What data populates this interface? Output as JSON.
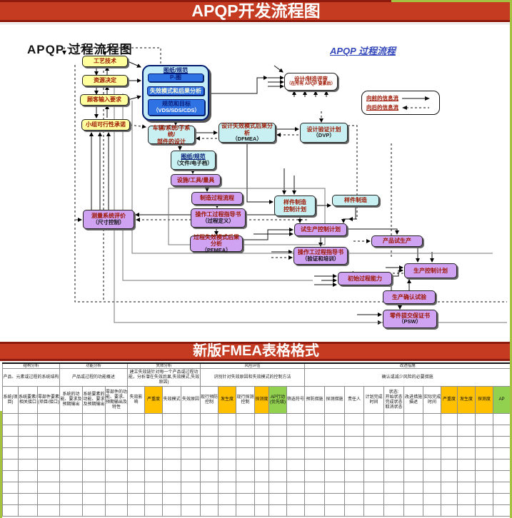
{
  "banners": {
    "top": "APQP开发流程图",
    "bottom": "新版FMEA表格格式"
  },
  "palette": {
    "banner_red": "#c53b22",
    "banner_border": "#8c1a0e",
    "rating_orange": "#FFC000",
    "rating_green": "#92D050",
    "box_yellow": "#ffff9e",
    "box_cyan": "#c8f0f2",
    "box_purple": "#cfa3f2",
    "box_blue": "#2f72e4",
    "edge_green": "#a4c13f"
  },
  "flowchart": {
    "title": "APQP 过程流程图",
    "subtitle": "APQP 过程流程",
    "legend": [
      {
        "label": "向前的信息流",
        "style": "solid"
      },
      {
        "label": "向后的信息流",
        "style": "dashed"
      }
    ],
    "boxes": [
      {
        "id": "craft",
        "label": "工艺技术",
        "sub": "",
        "type": "yellow"
      },
      {
        "id": "resource",
        "label": "资源决定",
        "sub": "",
        "type": "yellow"
      },
      {
        "id": "customer-input",
        "label": "顾客输入要求",
        "sub": "",
        "type": "yellow"
      },
      {
        "id": "team-feasibility",
        "label": "小组可行性承诺",
        "sub": "",
        "type": "yellow"
      },
      {
        "id": "drawings-group",
        "label": "图纸/规范",
        "sub": "",
        "type": "container"
      },
      {
        "id": "p-diagram",
        "label": "P-图",
        "sub": "",
        "type": "blue"
      },
      {
        "id": "fm-ea",
        "label": "失效模式和后果分析",
        "sub": "",
        "type": "blue"
      },
      {
        "id": "spec-targets",
        "label": "规范和目标",
        "sub": "（VDS/SDS/CDS）",
        "type": "blue"
      },
      {
        "id": "vehicle-design",
        "label": "车辆/系统/子系统/\n部件的设计",
        "sub": "",
        "type": "cyan"
      },
      {
        "id": "dfmea",
        "label": "设计失效模式后果分析",
        "sub": "（DFMEA）",
        "type": "cyan"
      },
      {
        "id": "dvp",
        "label": "设计验证计划",
        "sub": "（DVP）",
        "type": "cyan"
      },
      {
        "id": "design-review",
        "label": "设计/制造评审",
        "sub": "（在所有 APQP 要素后）",
        "type": "white"
      },
      {
        "id": "drawings-doc",
        "label": "图纸/规范",
        "sub": "（文件/电子档）",
        "type": "cyan"
      },
      {
        "id": "facilities",
        "label": "设施/工具/量具",
        "sub": "",
        "type": "purple"
      },
      {
        "id": "msa",
        "label": "测量系统评价",
        "sub": "（尺寸控制）",
        "type": "purple"
      },
      {
        "id": "mfg-flow",
        "label": "制造过程流程",
        "sub": "",
        "type": "purple"
      },
      {
        "id": "op-inst-def",
        "label": "操作工过程指导书",
        "sub": "（过程定义）",
        "type": "purple"
      },
      {
        "id": "pfmea",
        "label": "过程失效模式后果分析",
        "sub": "（PFMEA）",
        "type": "purple"
      },
      {
        "id": "proto-cp",
        "label": "样件制造\n控制计划",
        "sub": "",
        "type": "cyan"
      },
      {
        "id": "proto-build",
        "label": "样件制造",
        "sub": "",
        "type": "cyan"
      },
      {
        "id": "pilot-cp",
        "label": "试生产控制计划",
        "sub": "",
        "type": "purple"
      },
      {
        "id": "product-trial",
        "label": "产品试生产",
        "sub": "",
        "type": "purple"
      },
      {
        "id": "op-inst-ver",
        "label": "操作工过程指导书",
        "sub": "（验证和培训）",
        "type": "purple"
      },
      {
        "id": "init-capability",
        "label": "初始过程能力",
        "sub": "",
        "type": "purple"
      },
      {
        "id": "prod-cp",
        "label": "生产控制计划",
        "sub": "",
        "type": "purple"
      },
      {
        "id": "prod-validation",
        "label": "生产确认试验",
        "sub": "",
        "type": "purple"
      },
      {
        "id": "psw",
        "label": "零件提交保证书",
        "sub": "（PSW）",
        "type": "purple"
      }
    ]
  },
  "fmea": {
    "groups": [
      {
        "label": "结构分析",
        "desc": "产品、元素或过程的系统结构",
        "span": 3
      },
      {
        "label": "功能分析",
        "desc": "产品或过程的功能概述",
        "span": 3
      },
      {
        "label": "失效分析",
        "desc": "建立失效链针对每一个产品或过程功能，分析潜在失效后果,失效模式,失效原因)",
        "span": 4
      },
      {
        "label": "风险评估",
        "desc": "识别针对失效原因和失效模式的控制方法",
        "span": 6
      },
      {
        "label": "改进措施",
        "desc": "确认或减少风险的必要措施",
        "span": 11
      }
    ],
    "columns": [
      {
        "label": "系统(项目)"
      },
      {
        "label": "系统要素/相关接口"
      },
      {
        "label": "零部件要素(项目/接口)"
      },
      {
        "label": "系统的功能、要求及预期输出"
      },
      {
        "label": "系统要素的功能、要求及预期输出"
      },
      {
        "label": "零部件的功能、要求、预期输出及特性"
      },
      {
        "label": "失效影响"
      },
      {
        "label": "严重度",
        "color": "orange"
      },
      {
        "label": "失效模式"
      },
      {
        "label": "失效原因"
      },
      {
        "label": "现行预防控制"
      },
      {
        "label": "发生度",
        "color": "orange"
      },
      {
        "label": "现行探测控制"
      },
      {
        "label": "探测度",
        "color": "orange"
      },
      {
        "label": "AP行动(优先级)",
        "color": "green"
      },
      {
        "label": "筛选符号"
      },
      {
        "label": "预防措施"
      },
      {
        "label": "探测措施"
      },
      {
        "label": "责任人"
      },
      {
        "label": "计划完成时间"
      },
      {
        "label": "状态:\n开始状态\n完成状态\n取消状态"
      },
      {
        "label": "改进措施描述"
      },
      {
        "label": "实际完成时间"
      },
      {
        "label": "严重度",
        "color": "orange"
      },
      {
        "label": "发生度",
        "color": "orange"
      },
      {
        "label": "探测度",
        "color": "orange"
      },
      {
        "label": "AP",
        "color": "green"
      }
    ],
    "empty_rows": 9
  }
}
